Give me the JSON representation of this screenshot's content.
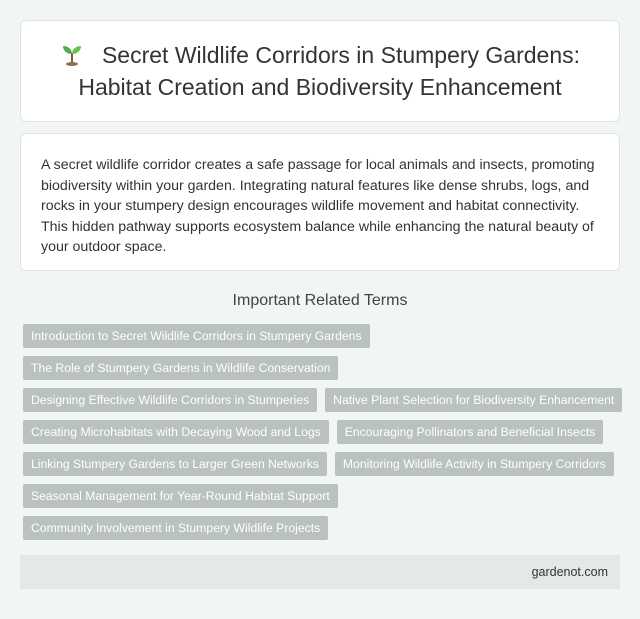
{
  "header": {
    "icon": "sprout-icon",
    "title": "Secret Wildlife Corridors in Stumpery Gardens: Habitat Creation and Biodiversity Enhancement"
  },
  "intro": {
    "text": "A secret wildlife corridor creates a safe passage for local animals and insects, promoting biodiversity within your garden. Integrating natural features like dense shrubs, logs, and rocks in your stumpery design encourages wildlife movement and habitat connectivity. This hidden pathway supports ecosystem balance while enhancing the natural beauty of your outdoor space."
  },
  "related": {
    "heading": "Important Related Terms",
    "terms": [
      "Introduction to Secret Wildlife Corridors in Stumpery Gardens",
      "The Role of Stumpery Gardens in Wildlife Conservation",
      "Designing Effective Wildlife Corridors in Stumperies",
      "Native Plant Selection for Biodiversity Enhancement",
      "Creating Microhabitats with Decaying Wood and Logs",
      "Encouraging Pollinators and Beneficial Insects",
      "Linking Stumpery Gardens to Larger Green Networks",
      "Monitoring Wildlife Activity in Stumpery Corridors",
      "Seasonal Management for Year-Round Habitat Support",
      "Community Involvement in Stumpery Wildlife Projects"
    ]
  },
  "footer": {
    "site": "gardenot.com"
  },
  "colors": {
    "background": "#f1f6f3",
    "tag": "#b9c2c0",
    "footer": "#e3e9e5"
  }
}
